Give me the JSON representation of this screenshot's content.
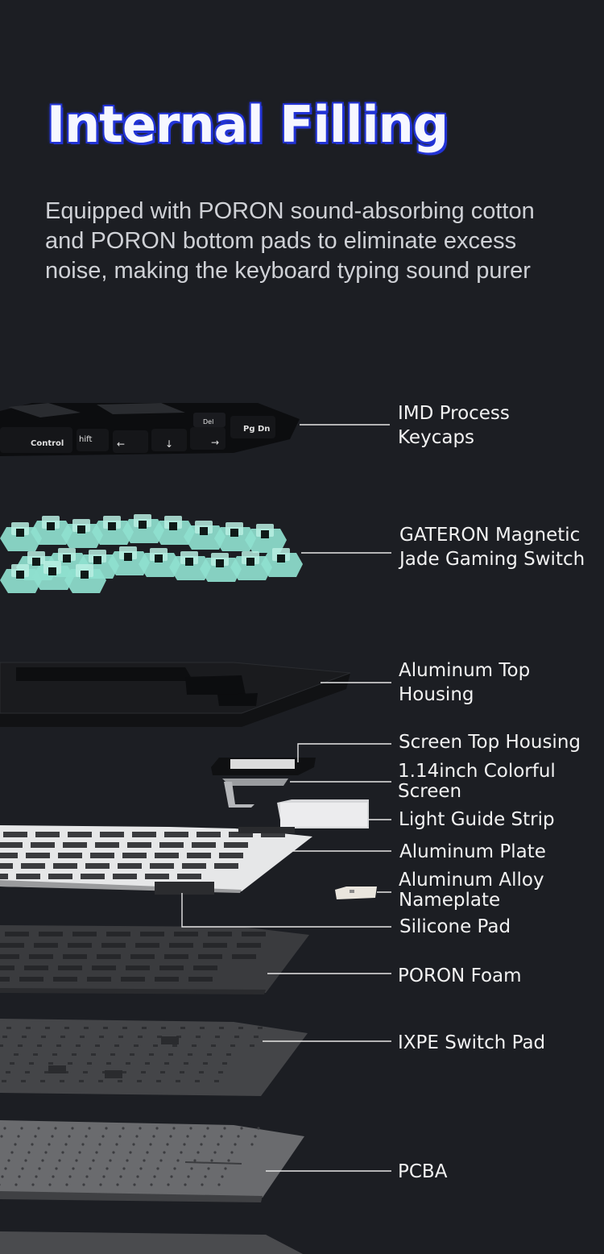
{
  "title": "Internal Filling",
  "subtitle": "Equipped with PORON sound-absorbing cotton and PORON bottom pads to eliminate excess noise, making the keyboard typing sound purer",
  "keycap_legends": [
    "Control",
    "hift",
    "←",
    "↓",
    "→",
    "Del",
    "Pg Dn"
  ],
  "components": [
    {
      "line1": "IMD Process",
      "line2": "Keycaps"
    },
    {
      "line1": "GATERON Magnetic",
      "line2": "Jade Gaming Switch"
    },
    {
      "line1": "Aluminum Top",
      "line2": "Housing"
    },
    {
      "line1": "Screen Top Housing",
      "line2": ""
    },
    {
      "line1": "1.14inch Colorful",
      "line2": "Screen"
    },
    {
      "line1": "Light Guide Strip",
      "line2": ""
    },
    {
      "line1": "Aluminum Plate",
      "line2": ""
    },
    {
      "line1": "Aluminum Alloy",
      "line2": "Nameplate"
    },
    {
      "line1": "Silicone Pad",
      "line2": ""
    },
    {
      "line1": "PORON Foam",
      "line2": ""
    },
    {
      "line1": "IXPE Switch Pad",
      "line2": ""
    },
    {
      "line1": "PCBA",
      "line2": ""
    }
  ],
  "colors": {
    "background": "#1c1e23",
    "title_outline": "#2233d6",
    "switch_jade": "#8fe0cf",
    "plate": "#e8e9ea",
    "leader_line": "#e6e6e6"
  }
}
